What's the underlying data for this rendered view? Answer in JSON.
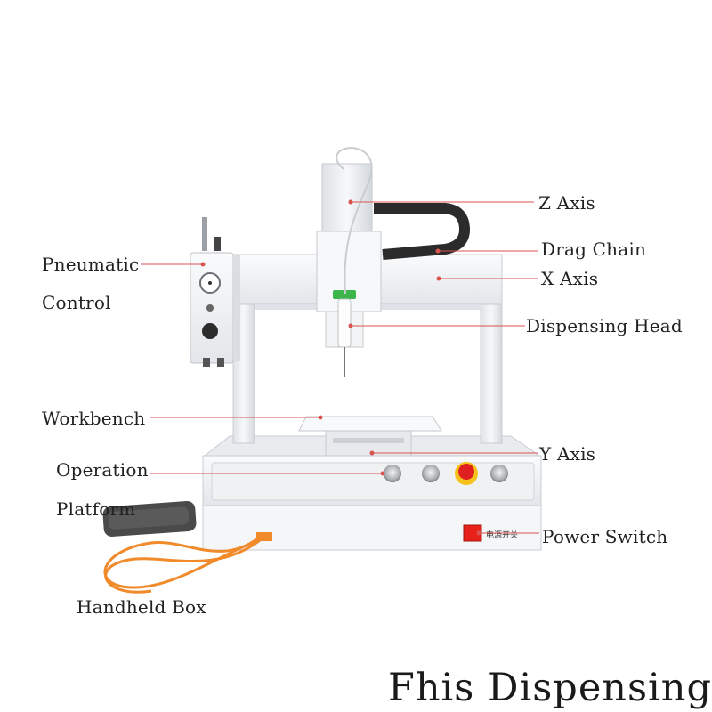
{
  "labels": {
    "z_axis": "Z Axis",
    "drag_chain": "Drag Chain",
    "x_axis": "X Axis",
    "dispensing_head": "Dispensing Head",
    "pneumatic_line1": "Pneumatic",
    "pneumatic_line2": "Control",
    "workbench": "Workbench",
    "y_axis": "Y Axis",
    "operation_line1": "Operation",
    "operation_line2": "Platform",
    "handheld_box": "Handheld Box",
    "power_switch": "Power Switch"
  },
  "brand": "Fhis Dispensing",
  "switch_text": "电源开关",
  "colors": {
    "leader_line": "#d9534f",
    "frame": "#f2f3f5",
    "frame_edge": "#c8ccd2",
    "cable": "#f08a2a",
    "emergency_red": "#e02020",
    "emergency_yellow": "#f4c21a",
    "power_red": "#e8221a",
    "pendant": "#4a4a4a",
    "drag_chain": "#2b2b2b",
    "nozzle_green": "#3cb54a"
  }
}
